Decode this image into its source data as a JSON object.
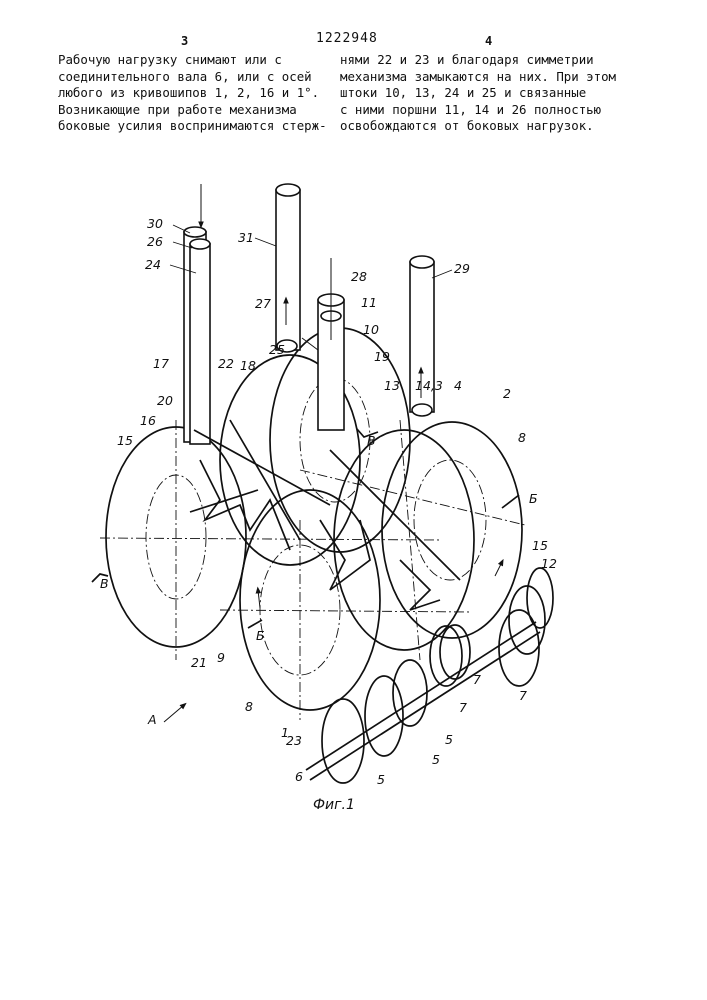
{
  "header": {
    "page_left": "3",
    "patent_number": "1222948",
    "page_right": "4"
  },
  "text_left": [
    "Рабочую нагрузку снимают или с",
    "соединительного вала 6, или с осей",
    "любого из кривошипов 1, 2, 16 и 1°.",
    "Возникающие при работе механизма",
    "боковые усилия воспринимаются стерж-"
  ],
  "text_right": [
    "нями 22 и 23 и благодаря симметрии",
    "механизма замыкаются на них. При этом",
    "штоки 10, 13, 24 и 25 и связанные",
    "с ними поршни 11, 14 и 26 полностью",
    "освобождаются от боковых нагрузок."
  ],
  "figure": {
    "caption": "Фиг.1",
    "labels": {
      "l30": "30",
      "l26": "26",
      "l24": "24",
      "l31": "31",
      "l28": "28",
      "l11": "11",
      "l10": "10",
      "l27": "27",
      "l29": "29",
      "l25": "25",
      "l18": "18",
      "l19": "19",
      "l17": "17",
      "l22": "22",
      "l13": "13",
      "l14_3": "14,3",
      "l4": "4",
      "l2": "2",
      "l20": "20",
      "l16": "16",
      "l15a": "15",
      "lBa": "В",
      "l8a": "8",
      "lBb": "Б",
      "l15b": "15",
      "l12": "12",
      "lBc": "В",
      "l21": "21",
      "l9": "9",
      "lBd": "Б",
      "l7a": "7",
      "l7b": "7",
      "lA": "A",
      "l8b": "8",
      "l1": "1",
      "l23": "23",
      "l5a": "5",
      "l5b": "5",
      "l6": "6",
      "l5c": "5"
    }
  }
}
